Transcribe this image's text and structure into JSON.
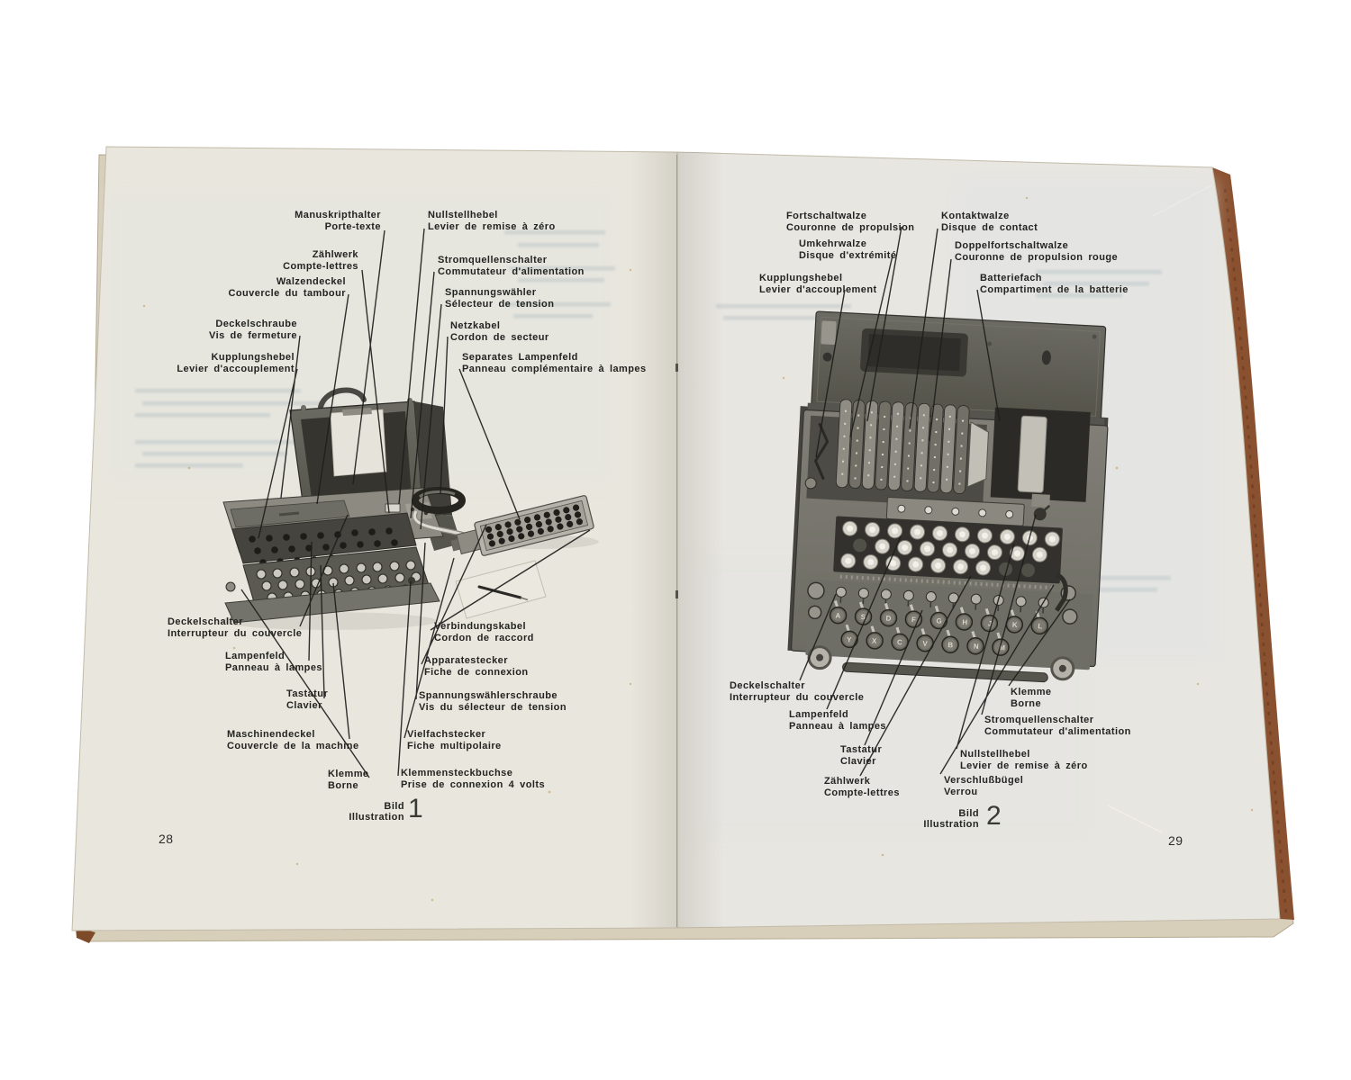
{
  "scene": {
    "background": "#ffffff",
    "paper_color_left": "#e9e6dd",
    "paper_color_right": "#e8e6e1",
    "cover_edge_color": "#8a5130",
    "ink_color": "#232321"
  },
  "left_page": {
    "page_number": "28",
    "figure_caption": {
      "line1": "Bild",
      "line2": "Illustration",
      "number": "1"
    },
    "labels": {
      "manuskripthalter": {
        "de": "Manuskripthalter",
        "fr": "Porte-texte"
      },
      "zaehlwerk": {
        "de": "Zählwerk",
        "fr": "Compte-lettres"
      },
      "walzendeckel": {
        "de": "Walzendeckel",
        "fr": "Couvercle du tambour"
      },
      "deckelschraube": {
        "de": "Deckelschraube",
        "fr": "Vis de fermeture"
      },
      "kupplungshebel": {
        "de": "Kupplungshebel",
        "fr": "Levier d'accouplement"
      },
      "nullstellhebel": {
        "de": "Nullstellhebel",
        "fr": "Levier de remise à zéro"
      },
      "stromquellenschalter": {
        "de": "Stromquellenschalter",
        "fr": "Commutateur d'alimentation"
      },
      "spannungswaehler": {
        "de": "Spannungswähler",
        "fr": "Sélecteur de tension"
      },
      "netzkabel": {
        "de": "Netzkabel",
        "fr": "Cordon de secteur"
      },
      "separates_lampenfeld": {
        "de": "Separates Lampenfeld",
        "fr": "Panneau complémentaire à lampes"
      },
      "deckelschalter": {
        "de": "Deckelschalter",
        "fr": "Interrupteur du couvercle"
      },
      "lampenfeld": {
        "de": "Lampenfeld",
        "fr": "Panneau à lampes"
      },
      "tastatur": {
        "de": "Tastatur",
        "fr": "Clavier"
      },
      "maschinendeckel": {
        "de": "Maschinendeckel",
        "fr": "Couvercle de la machine"
      },
      "klemme": {
        "de": "Klemme",
        "fr": "Borne"
      },
      "verbindungskabel": {
        "de": "Verbindungskabel",
        "fr": "Cordon de raccord"
      },
      "apparatestecker": {
        "de": "Apparatestecker",
        "fr": "Fiche de connexion"
      },
      "spannungswaehlerschraube": {
        "de": "Spannungswählerschraube",
        "fr": "Vis du sélecteur de tension"
      },
      "vielfachstecker": {
        "de": "Vielfachstecker",
        "fr": "Fiche multipolaire"
      },
      "klemmensteckbuchse": {
        "de": "Klemmensteckbuchse",
        "fr": "Prise de connexion 4 volts"
      }
    }
  },
  "right_page": {
    "page_number": "29",
    "figure_caption": {
      "line1": "Bild",
      "line2": "Illustration",
      "number": "2"
    },
    "labels": {
      "fortschaltwalze": {
        "de": "Fortschaltwalze",
        "fr": "Couronne de propulsion"
      },
      "umkehrwalze": {
        "de": "Umkehrwalze",
        "fr": "Disque d'extrémité"
      },
      "kupplungshebel": {
        "de": "Kupplungshebel",
        "fr": "Levier d'accouplement"
      },
      "kontaktwalze": {
        "de": "Kontaktwalze",
        "fr": "Disque de contact"
      },
      "doppelfortschaltwalze": {
        "de": "Doppelfortschaltwalze",
        "fr": "Couronne de propulsion rouge"
      },
      "batteriefach": {
        "de": "Batteriefach",
        "fr": "Compartiment de la batterie"
      },
      "deckelschalter": {
        "de": "Deckelschalter",
        "fr": "Interrupteur du couvercle"
      },
      "lampenfeld": {
        "de": "Lampenfeld",
        "fr": "Panneau à lampes"
      },
      "tastatur": {
        "de": "Tastatur",
        "fr": "Clavier"
      },
      "zaehlwerk": {
        "de": "Zählwerk",
        "fr": "Compte-lettres"
      },
      "klemme": {
        "de": "Klemme",
        "fr": "Borne"
      },
      "stromquellenschalter": {
        "de": "Stromquellenschalter",
        "fr": "Commutateur d'alimentation"
      },
      "nullstellhebel": {
        "de": "Nullstellhebel",
        "fr": "Levier de remise à zéro"
      },
      "verschlussbuegel": {
        "de": "Verschlußbügel",
        "fr": "Verrou"
      }
    },
    "machine_keyboard": {
      "home_row": "A S D F G H J K L",
      "bottom_row": "Y X C V B N M"
    }
  }
}
